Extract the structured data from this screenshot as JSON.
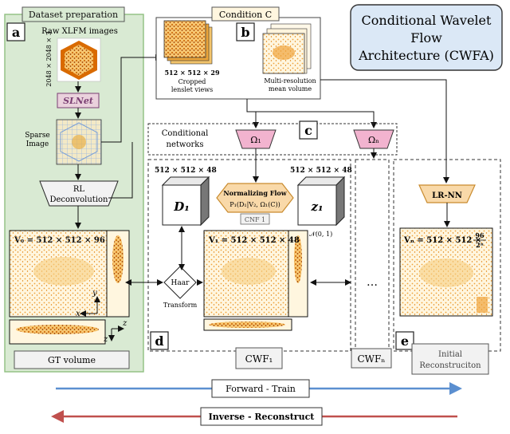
{
  "title": {
    "line1": "Conditional Wavelet",
    "line2": "Flow",
    "line3": "Architecture (CWFA)"
  },
  "sections": {
    "a": {
      "letter": "a",
      "label": "Dataset preparation"
    },
    "b": {
      "letter": "b",
      "label": "Condition C"
    },
    "c": {
      "letter": "c",
      "label_line1": "Conditional",
      "label_line2": "networks"
    },
    "d": {
      "letter": "d"
    },
    "e": {
      "letter": "e"
    }
  },
  "dataset": {
    "raw_label": "Raw XLFM images",
    "raw_dims": "2048 × 2048 × 3",
    "slnet": "SLNet",
    "sparse_line1": "Sparse",
    "sparse_line2": "Image",
    "rl_line1": "RL",
    "rl_line2": "Deconvolution",
    "v0": "V₀ = 512 × 512 × 96",
    "gt_label": "GT volume"
  },
  "condition": {
    "cropped_dims": "512 × 512 × 29",
    "cropped_line1": "Cropped",
    "cropped_line2": "lenslet views",
    "multires_line1": "Multi-resolution",
    "multires_line2": "mean volume"
  },
  "networks": {
    "omega1": "Ω₁",
    "omegan": "Ωₙ",
    "lrnn": "LR-NN"
  },
  "cwf1": {
    "d1_dims": "512 × 512 × 48",
    "z1_dims": "512 × 512 × 48",
    "d1": "D₁",
    "z1": "z₁",
    "nf_title": "Normalizing Flow",
    "nf_eq": "P₁(D₁|V₂, Ω₁(C))",
    "cnf": "CNF 1",
    "normal": "∼ 𝒩(0, 1)",
    "haar_line1": "Haar",
    "haar_line2": "Transform",
    "v1": "V₁ = 512 × 512 × 48",
    "label": "CWF₁"
  },
  "cwfn": {
    "dots": "…",
    "label": "CWFₙ"
  },
  "initial": {
    "vn_prefix": "Vₙ = 512 × 512 ×",
    "vn_num": "96",
    "vn_den": "2ⁿ",
    "label_line1": "Initial",
    "label_line2": "Reconstruciton"
  },
  "axes": {
    "x": "x",
    "y": "y",
    "z": "z"
  },
  "arrows": {
    "forward": "Forward - Train",
    "inverse": "Inverse - Reconstruct"
  },
  "colors": {
    "green_panel": "#d9ead3",
    "green_border": "#8fbf80",
    "omega_fill": "#f2b3cf",
    "lrnn_fill": "#f9d9a9",
    "nf_fill": "#f9d9a9",
    "title_fill": "#dbe8f6",
    "forward_arrow": "#5b8fd0",
    "inverse_arrow": "#c0504d",
    "slnet_fill": "#ead1dc",
    "heat_high": "#e07b00",
    "heat_mid": "#f5c45a",
    "heat_low": "#fff4d6"
  }
}
